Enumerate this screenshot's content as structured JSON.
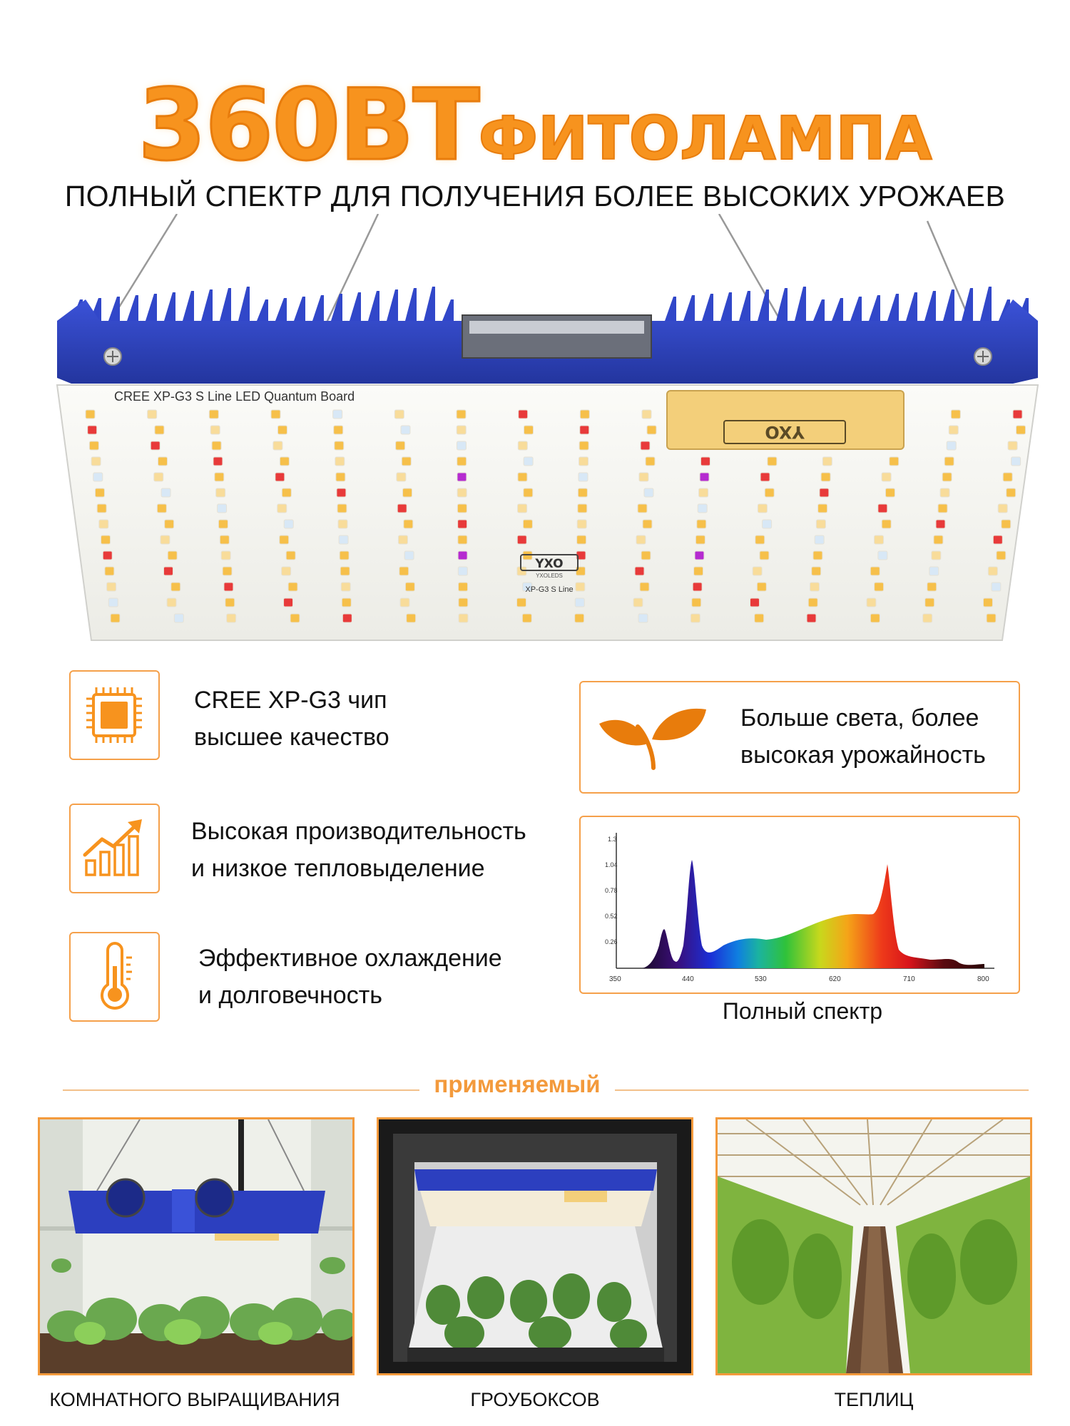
{
  "header": {
    "title_big": "360ВТ",
    "title_rest": "ФИТОЛАМПА",
    "subtitle": "ПОЛНЫЙ СПЕКТР ДЛЯ ПОЛУЧЕНИЯ БОЛЕЕ ВЫСОКИХ УРОЖАЕВ"
  },
  "product": {
    "board_label": "CREE XP-G3 S Line LED Quantum Board",
    "brand_logo": "YXO",
    "brand_sub": "YXOLEDS",
    "center_label": "XP-G3 S Line",
    "colors": {
      "frame": "#2f45c8",
      "board": "#f6f6f3",
      "driver": "#f3cf7a"
    }
  },
  "features": [
    {
      "icon": "chip-icon",
      "line1": "CREE XP-G3 чип",
      "line2": "высшее качество"
    },
    {
      "icon": "growth-chart-icon",
      "line1": "Высокая производительность",
      "line2": "и низкое тепловыделение"
    },
    {
      "icon": "thermometer-icon",
      "line1": "Эффективное охлаждение",
      "line2": "и долговечность"
    },
    {
      "icon": "leaf-icon",
      "line1": "Больше света, более",
      "line2": "высокая урожайность"
    }
  ],
  "spectrum": {
    "caption": "Полный спектр",
    "y_ticks": [
      "1.3",
      "1.04",
      "0.78",
      "0.52",
      "0.26"
    ],
    "x_ticks": [
      "350",
      "440",
      "530",
      "620",
      "710",
      "800"
    ]
  },
  "applications": {
    "section_title": "применяемый",
    "items": [
      {
        "label": "КОМНАТНОГО ВЫРАЩИВАНИЯ"
      },
      {
        "label": "ГРОУБОКСОВ"
      },
      {
        "label": "ТЕПЛИЦ"
      }
    ]
  },
  "accent_colors": {
    "orange": "#f7931e",
    "border": "#f5a04a",
    "blue": "#2f45c8"
  }
}
